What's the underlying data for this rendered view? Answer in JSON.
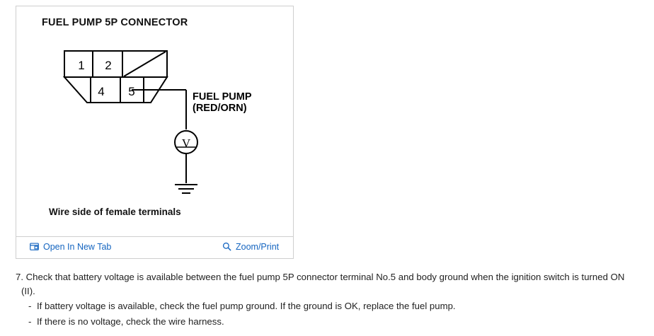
{
  "figure": {
    "title": "FUEL PUMP 5P CONNECTOR",
    "caption": "Wire side of female terminals",
    "terminals": [
      "1",
      "2",
      "4",
      "5"
    ],
    "wire_label_line1": "FUEL PUMP",
    "wire_label_line2": "(RED/ORN)",
    "meter_symbol": "V",
    "footer": {
      "open_in_new_tab": "Open In New Tab",
      "open_in_new_tab_icon": "new-window-icon",
      "zoom_print": "Zoom/Print",
      "zoom_print_icon": "magnifier-icon",
      "link_color": "#1565c0"
    }
  },
  "content": {
    "step": "7. Check that battery voltage is available between the fuel pump 5P connector terminal No.5 and body ground when the ignition switch is turned ON (II).",
    "bullets": [
      "If battery voltage is available, check the fuel pump ground. If the ground is OK, replace the fuel pump.",
      "If there is no voltage, check the wire harness."
    ],
    "dash": "-"
  }
}
